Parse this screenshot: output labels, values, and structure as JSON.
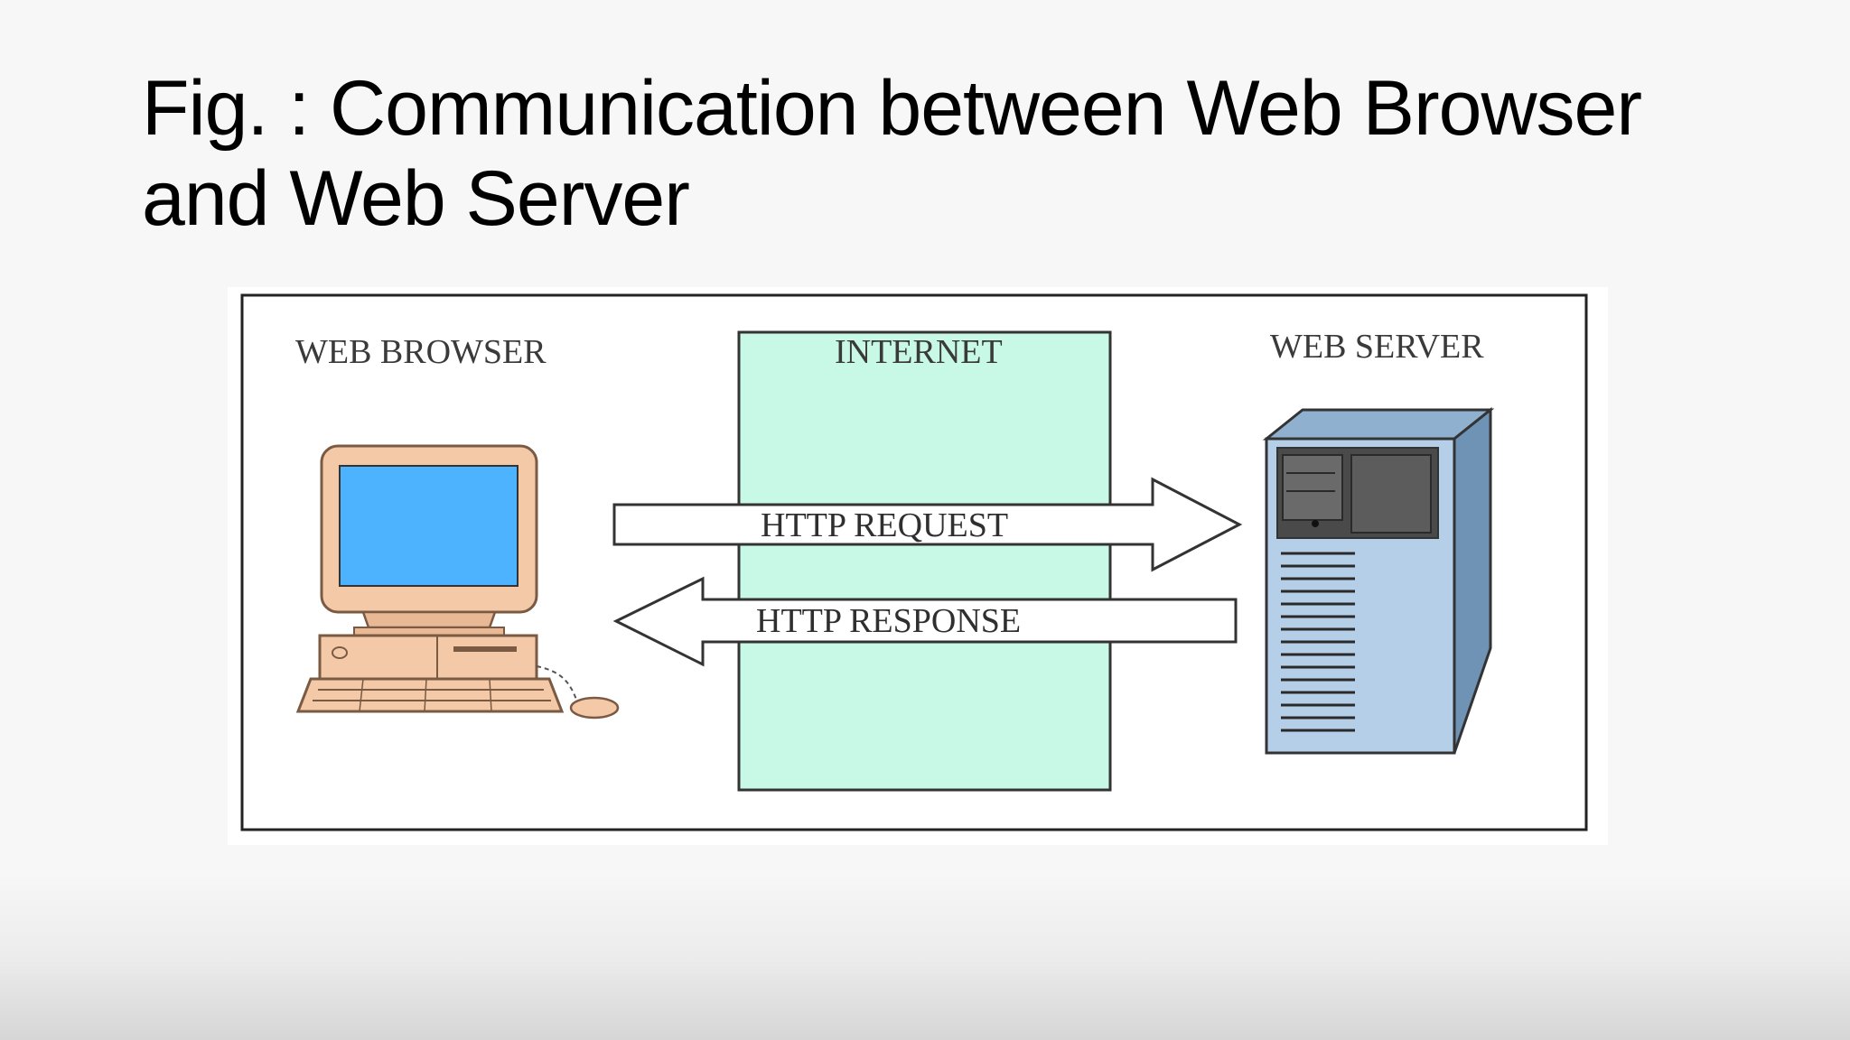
{
  "slide": {
    "title_line1": "Fig. : Communication between Web Browser",
    "title_line2": "and Web Server"
  },
  "diagram": {
    "browser_label": "WEB BROWSER",
    "internet_label": "INTERNET",
    "server_label": "WEB SERVER",
    "request_label": "HTTP REQUEST",
    "response_label": "HTTP RESPONSE"
  },
  "colors": {
    "internet_fill": "#c7f9e6",
    "screen_fill": "#4db3ff",
    "monitor_body": "#f4c9a8",
    "server_front": "#b6cfe9",
    "server_side": "#6f93b4",
    "server_panel": "#4a4a4a"
  }
}
